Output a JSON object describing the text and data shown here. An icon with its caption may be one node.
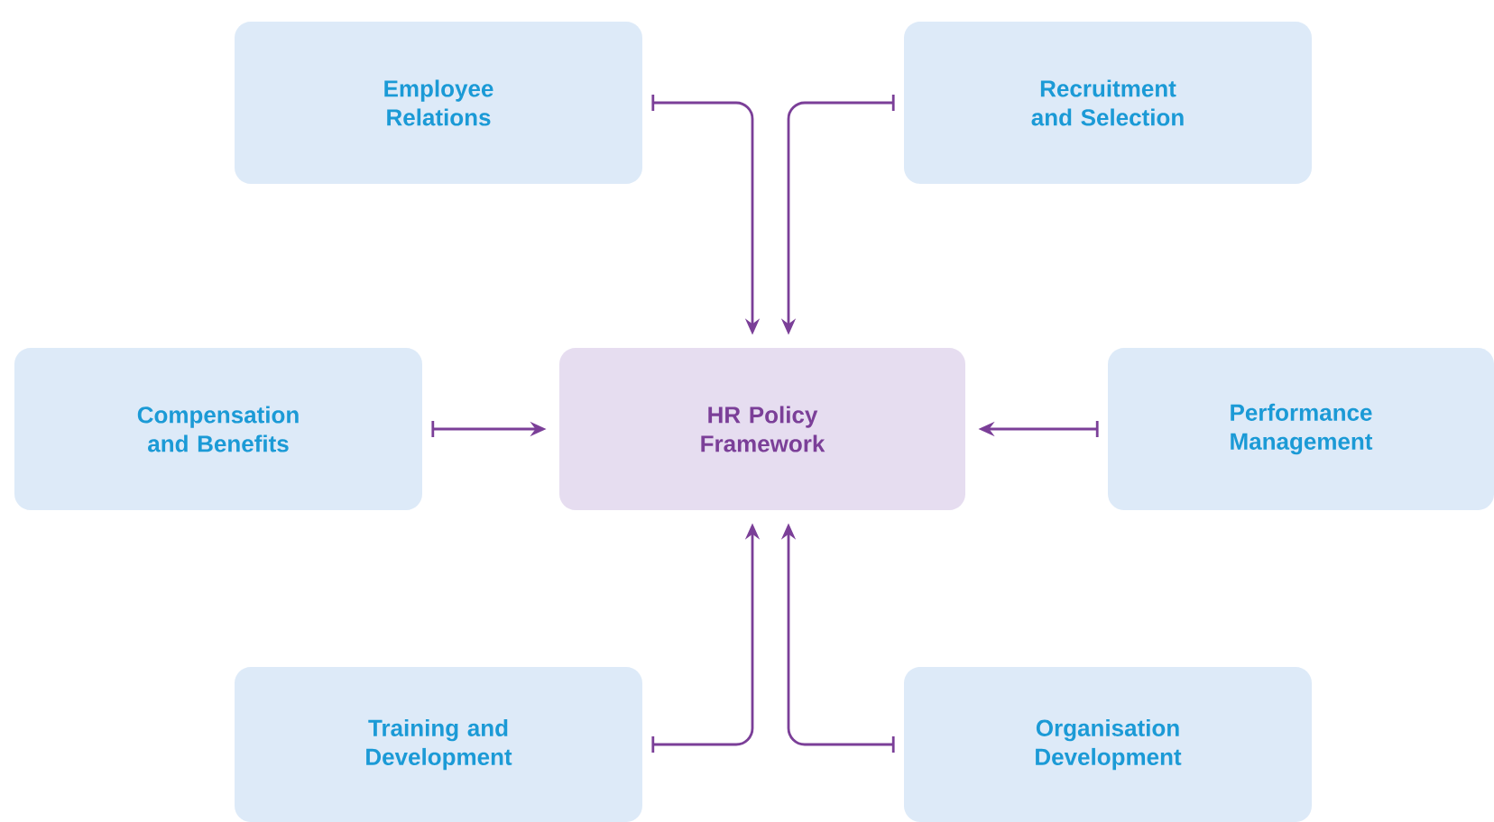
{
  "diagram": {
    "nodes": [
      {
        "text": [
          "HR Policy Framework"
        ]
      },
      {
        "text": [
          "Employee Relations"
        ]
      },
      {
        "text": [
          "Recruitment and Selection"
        ]
      },
      {
        "text": [
          "Compensation and Benefits"
        ]
      },
      {
        "text": [
          "Performance Management"
        ]
      },
      {
        "text": [
          "Training and Development"
        ]
      },
      {
        "text": [
          "Organisation Development"
        ]
      }
    ],
    "edges": [
      {
        "from": 1,
        "to": 0,
        "arrow": "to"
      },
      {
        "from": 2,
        "to": 0,
        "arrow": "to"
      },
      {
        "from": 3,
        "to": 0,
        "arrow": "to"
      },
      {
        "from": 4,
        "to": 0,
        "arrow": "to"
      },
      {
        "from": 5,
        "to": 0,
        "arrow": "to"
      },
      {
        "from": 6,
        "to": 0,
        "arrow": "to"
      }
    ]
  }
}
